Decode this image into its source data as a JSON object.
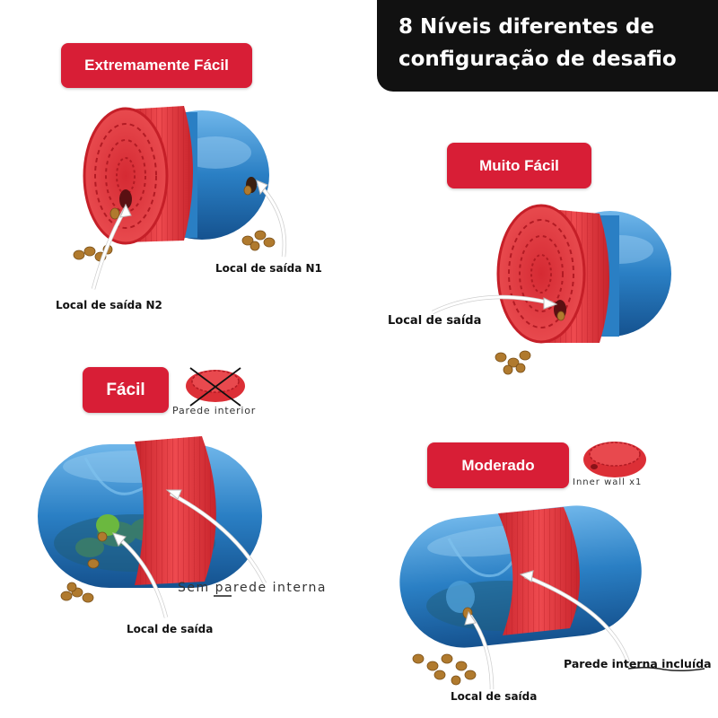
{
  "header": {
    "line1": "8 Níveis diferentes de",
    "line2": "configuração de desafio"
  },
  "levels": {
    "extremely_easy": {
      "badge": "Extremamente Fácil",
      "exit_n1": "Local de saída N1",
      "exit_n2": "Local de saída N2"
    },
    "very_easy": {
      "badge": "Muito Fácil",
      "exit": "Local de saída"
    },
    "easy": {
      "badge": "Fácil",
      "inner_wall": "Parede interior",
      "no_inner_wall": "Sem parede interna",
      "exit": "Local de saída"
    },
    "moderate": {
      "badge": "Moderado",
      "inner_wall": "Inner wall x1",
      "inner_wall_included": "Parede interna incluída",
      "exit": "Local de saída"
    }
  },
  "colors": {
    "badge_red": "#d81e36",
    "toy_blue": "#2a7fc4",
    "toy_red": "#e2353d",
    "header_bg": "#111111"
  }
}
